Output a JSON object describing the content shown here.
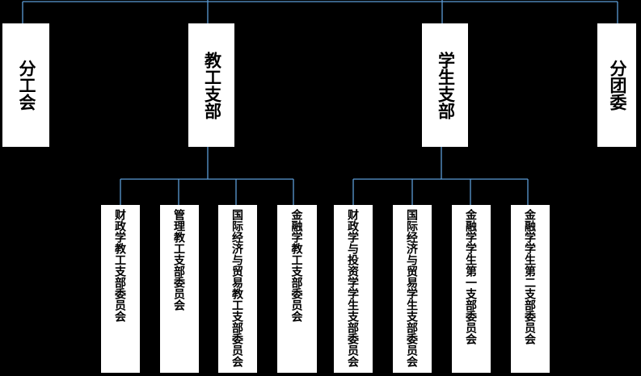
{
  "org": {
    "colors": {
      "background": "#000000",
      "box_fill": "#ffffff",
      "text": "#000000",
      "connector_line": "#5b9bd5"
    },
    "top_row": [
      {
        "label": "分工会"
      },
      {
        "label": "教工支部"
      },
      {
        "label": "学生支部"
      },
      {
        "label": "分团委"
      }
    ],
    "faculty_branch_children": [
      {
        "label": "财政学教工支部委员会"
      },
      {
        "label": "管理教工支部委员会"
      },
      {
        "label": "国际经济与贸易教工支部委员会"
      },
      {
        "label": "金融学教工支部委员会"
      }
    ],
    "student_branch_children": [
      {
        "label": "财政学与投资学学生支部委员会"
      },
      {
        "label": "国际经济与贸易学生支部委员会"
      },
      {
        "label": "金融学学生第一支部委员会"
      },
      {
        "label": "金融学学生第二支部委员会"
      }
    ]
  }
}
